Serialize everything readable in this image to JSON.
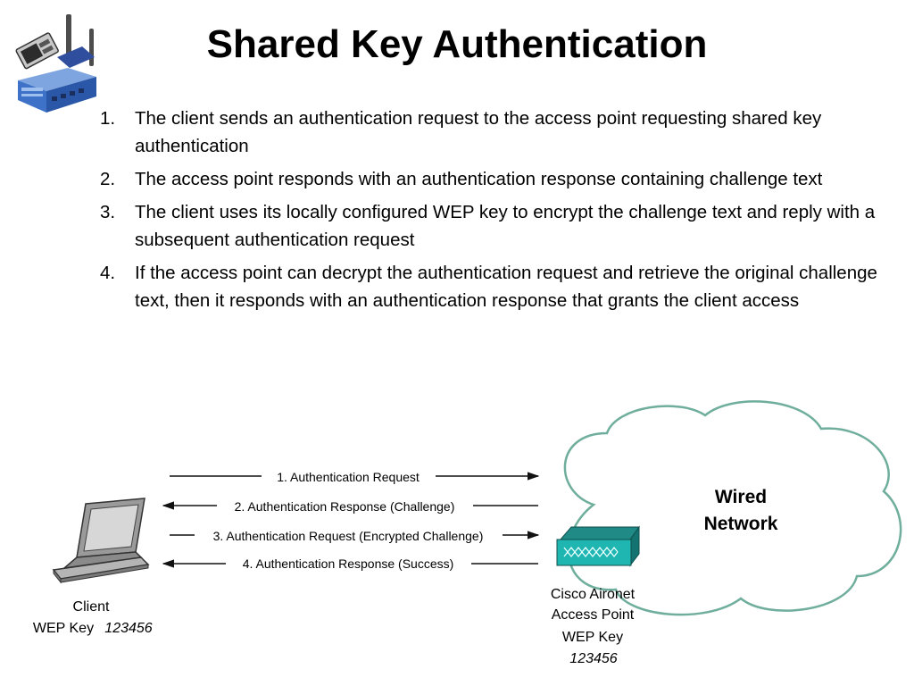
{
  "slide": {
    "title": "Shared Key Authentication",
    "steps": [
      {
        "number": "1.",
        "text": "The client sends an authentication request to the access point requesting shared key authentication"
      },
      {
        "number": "2.",
        "text": "The access point responds with an authentication response containing challenge text"
      },
      {
        "number": "3.",
        "text": "The client uses its locally configured WEP key to encrypt the challenge text and reply with a subsequent authentication request"
      },
      {
        "number": "4.",
        "text": "If the access point can decrypt the authentication request and retrieve the original challenge text, then it responds with an authentication response that grants the client access"
      }
    ]
  },
  "diagram": {
    "messages": [
      {
        "label": "1. Authentication Request",
        "direction": "to-access-point"
      },
      {
        "label": "2. Authentication Response (Challenge)",
        "direction": "to-client"
      },
      {
        "label": "3. Authentication Request (Encrypted Challenge)",
        "direction": "to-access-point"
      },
      {
        "label": "4. Authentication Response (Success)",
        "direction": "to-client"
      }
    ],
    "client": {
      "name": "Client",
      "key_label": "WEP Key",
      "key_value": "123456"
    },
    "access_point": {
      "line1": "Cisco Aironet",
      "line2": "Access Point",
      "key_label": "WEP Key",
      "key_value": "123456"
    },
    "network": {
      "line1": "Wired",
      "line2": "Network"
    }
  },
  "colors": {
    "cloud_stroke": "#6fae9c",
    "access_point_top": "#1f8a86",
    "access_point_face": "#1fb5b1",
    "laptop_body": "#9a9a9a",
    "router_blue": "#3d72c8"
  },
  "icons": {
    "logo": "router-and-network-card-icon",
    "client": "laptop-icon",
    "access_point": "access-point-icon",
    "network": "cloud-icon"
  }
}
